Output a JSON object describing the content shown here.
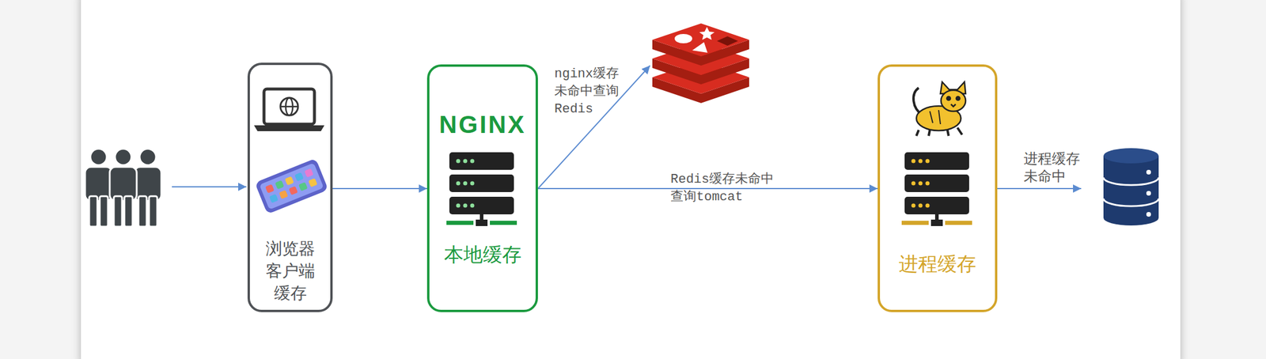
{
  "diagram": {
    "nodes": [
      {
        "text": [
          "浏览器 客户端 缓存"
        ]
      },
      {
        "text": [
          "NGINX",
          "本地缓存"
        ]
      },
      {
        "text": [
          "进程缓存"
        ]
      }
    ],
    "edges": [
      {
        "from": 0,
        "to": 1,
        "arrow": "to"
      },
      {
        "from": 1,
        "to": 2,
        "arrow": "to",
        "label": "Redis缓存未命中 查询tomcat"
      }
    ],
    "labels": [
      "nginx缓存 未命中查询 Redis",
      "进程缓存 未命中"
    ]
  }
}
